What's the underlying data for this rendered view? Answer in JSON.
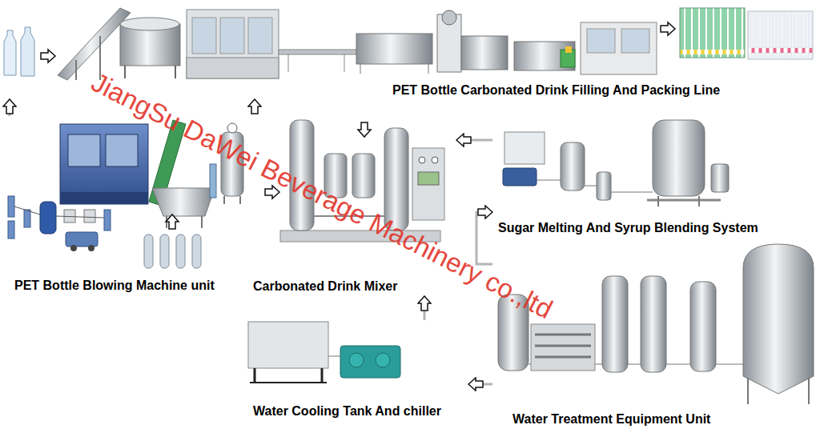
{
  "diagram": {
    "nodes": [
      {
        "text": [
          "PET Bottle Carbonated Drink Filling And Packing Line"
        ]
      },
      {
        "text": [
          "PET Bottle Blowing Machine unit"
        ]
      },
      {
        "text": [
          "Carbonated Drink Mixer"
        ]
      },
      {
        "text": [
          "Sugar Melting And Syrup Blending System"
        ]
      },
      {
        "text": [
          "Water Cooling Tank And chiller"
        ]
      },
      {
        "text": [
          "Water Treatment Equipment Unit"
        ]
      }
    ],
    "edges": [
      {
        "from": 5,
        "to": 3,
        "arrow": "to"
      },
      {
        "from": 5,
        "to": 4,
        "arrow": "to"
      },
      {
        "from": 4,
        "to": 2,
        "arrow": "to"
      },
      {
        "from": 3,
        "to": 2,
        "arrow": "to"
      },
      {
        "from": 2,
        "to": 0,
        "arrow": "to"
      },
      {
        "from": 1,
        "to": 0,
        "arrow": "to"
      }
    ],
    "labels": [
      "JiangSu DaWei Beverage Machinery co.,ltd"
    ]
  }
}
